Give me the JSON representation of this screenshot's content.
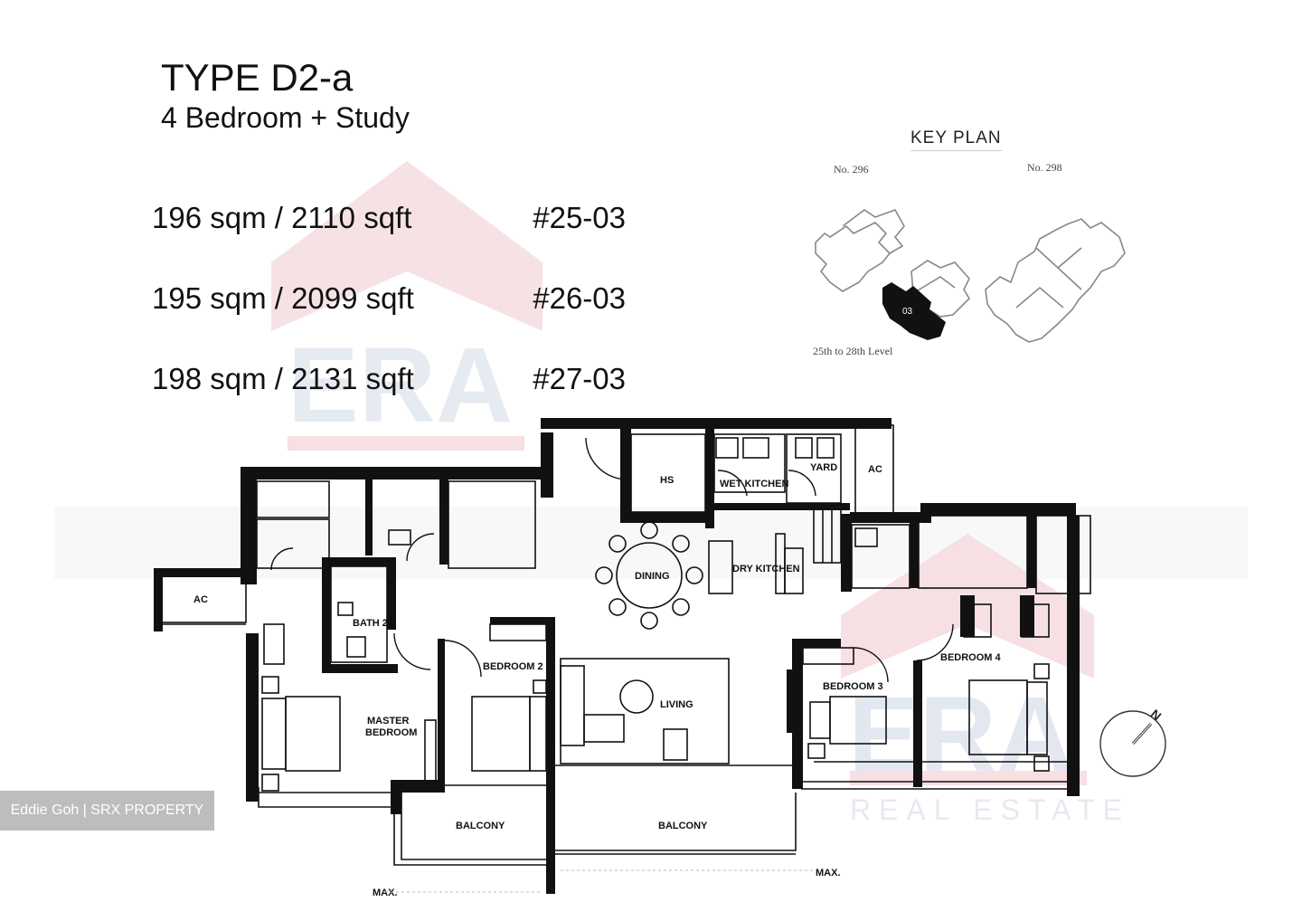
{
  "header": {
    "title": "TYPE D2-a",
    "subtitle": "4 Bedroom + Study"
  },
  "units": [
    {
      "area": "196 sqm / 2110 sqft",
      "unit_no": "#25-03"
    },
    {
      "area": "195 sqm / 2099 sqft",
      "unit_no": "#26-03"
    },
    {
      "area": "198 sqm / 2131 sqft",
      "unit_no": "#27-03"
    }
  ],
  "key_plan": {
    "title": "KEY PLAN",
    "block_left": "No. 296",
    "block_right": "No. 298",
    "highlight_unit": "03",
    "levels": "25th to 28th Level"
  },
  "rooms": {
    "ac_left": "AC",
    "bath2": "BATH 2",
    "master_bedroom_line1": "MASTER",
    "master_bedroom_line2": "BEDROOM",
    "bedroom2": "BEDROOM 2",
    "living": "LIVING",
    "dining": "DINING",
    "hs": "HS",
    "wet_kitchen": "WET KITCHEN",
    "yard": "YARD",
    "ac_right": "AC",
    "dry_kitchen": "DRY KITCHEN",
    "bedroom3": "BEDROOM 3",
    "bedroom4": "BEDROOM 4",
    "balcony_left": "BALCONY",
    "balcony_right": "BALCONY",
    "max_left": "MAX.",
    "max_right": "MAX."
  },
  "compass": {
    "label": "N"
  },
  "watermark": {
    "brand": "ERA",
    "tagline": "REAL ESTATE",
    "colors": {
      "roof": "#f2d6da",
      "letters": "#e3e8f0",
      "bar": "#f6d9dc"
    }
  },
  "credit": {
    "text": "Eddie Goh | SRX PROPERTY"
  }
}
